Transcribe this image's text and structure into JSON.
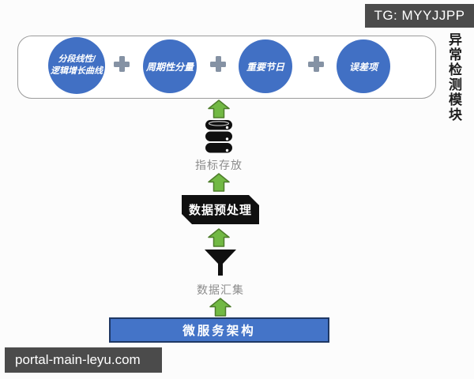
{
  "watermark_top": {
    "text": "TG: MYYJJPP"
  },
  "watermark_bottom": {
    "text": "portal-main-leyu.com"
  },
  "module_title": "异常检测模块",
  "model_components": {
    "operator": "+",
    "items": [
      {
        "line1": "分段线性/",
        "line2": "逻辑增长曲线"
      },
      {
        "line1": "周期性分量",
        "line2": ""
      },
      {
        "line1": "重要节日",
        "line2": ""
      },
      {
        "line1": "误差项",
        "line2": ""
      }
    ]
  },
  "pipeline": {
    "storage": {
      "icon": "database-icon",
      "label": "指标存放"
    },
    "preprocess": {
      "label": "数据预处理"
    },
    "collect": {
      "icon": "funnel-icon",
      "label": "数据汇集"
    },
    "base": {
      "label": "微服务架构"
    },
    "arrow_icon": "arrow-up-icon",
    "arrow_count": 4
  },
  "colors": {
    "circle_blue": "#4170c4",
    "bar_blue": "#4474c8",
    "bar_border": "#1f3864",
    "arrow_green": "#72b944",
    "arrow_green_border": "#4e7d2b",
    "plus_gray": "#8592a4",
    "watermark_bg": "#4b4b4b",
    "muted_text": "#8c8c8c",
    "shape_black": "#101010"
  }
}
